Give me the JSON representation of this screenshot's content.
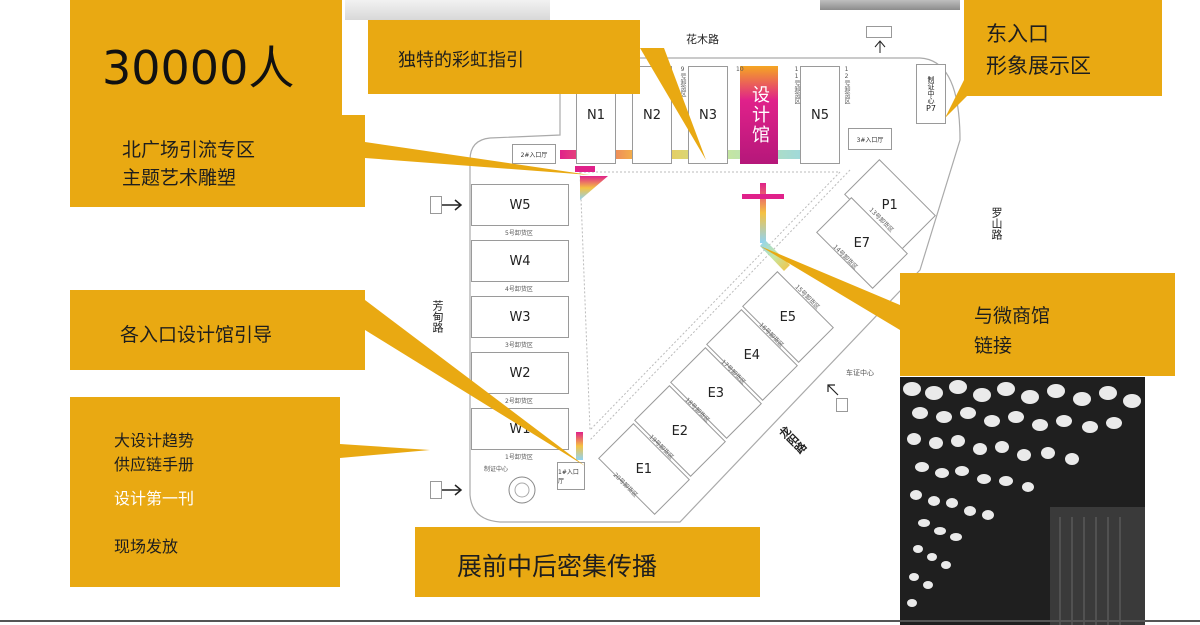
{
  "callouts": {
    "visitors": "30000人",
    "rainbow_guide": "独特的彩虹指引",
    "north_plaza_line1": "北广场引流专区",
    "north_plaza_line2": "主题艺术雕塑",
    "east_entry_line1": "东入口",
    "east_entry_line2": "形象展示区",
    "entry_guide": "各入口设计馆引导",
    "booklet_line1": "大设计趋势",
    "booklet_line2": "供应链手册",
    "booklet_line3": "设计第一刊",
    "booklet_line4": "现场发放",
    "wechat_line1": "与微商馆",
    "wechat_line2": "链接",
    "broadcast": "展前中后密集传播"
  },
  "roads": {
    "north": "花木路",
    "west": "芳甸路",
    "east": "罗山路",
    "southeast": "龙阳路"
  },
  "halls": {
    "north": [
      "N1",
      "N2",
      "N3",
      "N5"
    ],
    "west": [
      "W5",
      "W4",
      "W3",
      "W2",
      "W1"
    ],
    "east": [
      "P1",
      "E7",
      "E5",
      "E4",
      "E3",
      "E2",
      "E1"
    ],
    "p7": "P7",
    "design_hall": "设计馆",
    "cert_center_ne": "制证中心"
  },
  "small_labels": {
    "dock_9": "9号卸货区",
    "dock_10": "10",
    "dock_11": "11号卸货区",
    "dock_12": "12号卸货区",
    "dock_w5": "5号卸货区",
    "dock_w4": "4号卸货区",
    "dock_w3": "3号卸货区",
    "dock_w2": "2号卸货区",
    "dock_w1": "1号卸货区",
    "dock_e13": "13号卸货区",
    "dock_e14": "14号卸货区",
    "dock_e15": "15号卸货区",
    "dock_e16": "16号卸货区",
    "dock_e17": "17号卸货区",
    "dock_e18": "18号卸货区",
    "dock_e19": "19号卸货区",
    "dock_e20": "20号卸货区",
    "entry_1": "1#入口厅",
    "entry_2": "2#入口厅",
    "entry_3": "3#入口厅",
    "cert_center_sw": "制证中心",
    "car_cert_center": "车证中心"
  },
  "colors": {
    "callout": "#e9a912",
    "design_hall": "#e0218a",
    "rainbow_start": "#e0218a",
    "rainbow_end": "#8fd3f4"
  }
}
